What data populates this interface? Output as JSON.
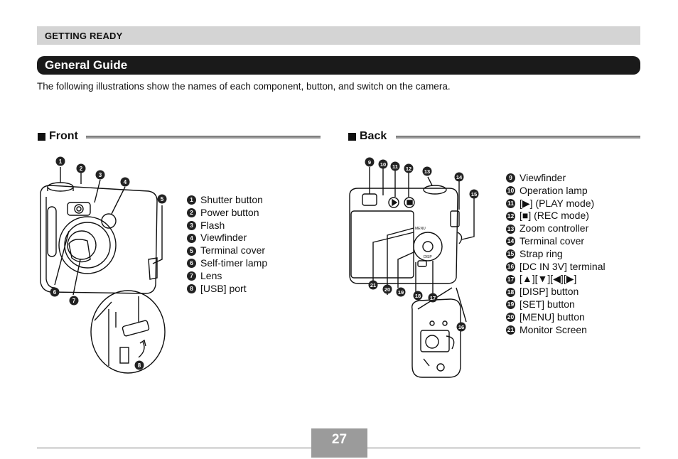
{
  "header": {
    "section": "GETTING READY",
    "title": "General Guide"
  },
  "intro": "The following illustrations show the names of each component, button, and switch on the camera.",
  "front": {
    "heading": "Front",
    "items": [
      {
        "num": "1",
        "label": "Shutter button"
      },
      {
        "num": "2",
        "label": "Power button"
      },
      {
        "num": "3",
        "label": "Flash"
      },
      {
        "num": "4",
        "label": "Viewfinder"
      },
      {
        "num": "5",
        "label": "Terminal cover"
      },
      {
        "num": "6",
        "label": "Self-timer lamp"
      },
      {
        "num": "7",
        "label": "Lens"
      },
      {
        "num": "8",
        "label": "[USB] port"
      }
    ]
  },
  "back": {
    "heading": "Back",
    "items": [
      {
        "num": "9",
        "label": "Viewfinder"
      },
      {
        "num": "10",
        "label": "Operation lamp"
      },
      {
        "num": "11",
        "label": "[▶] (PLAY mode)"
      },
      {
        "num": "12",
        "label": "[■] (REC mode)"
      },
      {
        "num": "13",
        "label": "Zoom controller"
      },
      {
        "num": "14",
        "label": "Terminal cover"
      },
      {
        "num": "15",
        "label": "Strap ring"
      },
      {
        "num": "16",
        "label": "[DC IN 3V] terminal"
      },
      {
        "num": "17",
        "label": "[▲][▼][◀][▶]"
      },
      {
        "num": "18",
        "label": "[DISP] button"
      },
      {
        "num": "19",
        "label": "[SET] button"
      },
      {
        "num": "20",
        "label": "[MENU] button"
      },
      {
        "num": "21",
        "label": "Monitor Screen"
      }
    ]
  },
  "figure_labels": {
    "menu": "MENU",
    "ds": "‸‸",
    "disp": "DISP"
  },
  "page_number": "27"
}
